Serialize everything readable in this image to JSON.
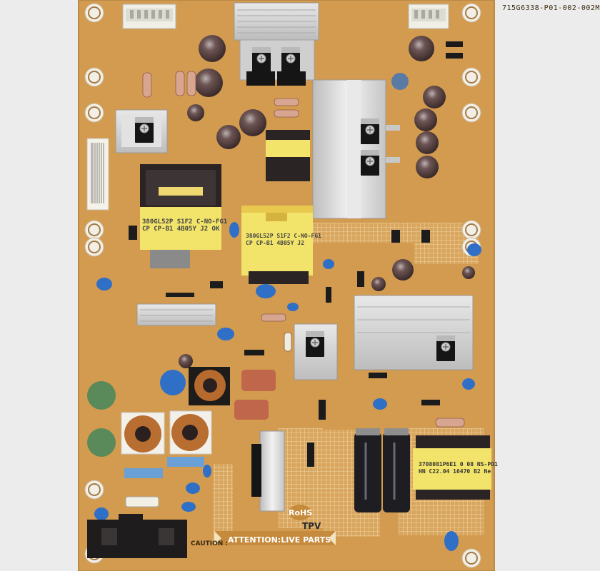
{
  "board": {
    "part_number": "715G6338-P01-002-002M",
    "rohs_label": "RoHS",
    "brand_label": "TPV",
    "warning_label": "ATTENTION:LIVE PARTS",
    "caution_label": "CAUTION :",
    "transformer1_line1": "380GL52P S1F2  C-NO-FG1",
    "transformer1_line2": "CP CP-B1 4B05Y J2    OK",
    "transformer2_line1": "380GL52P S1F2  C-NO-FG1",
    "transformer2_line2": "CP CP-B1 4B05Y J2",
    "transformer3_line1": "3708081P6E1  0  08  NS-PO1",
    "transformer3_line2": "HN  C22.04  16470  B2  Ne"
  },
  "colors": {
    "pcb": "#d29a4e",
    "heatsink": "#dcdcdc",
    "transformer_tape": "#f1e16a",
    "capacitor_blue": "#2d6fc5",
    "electrolytic": "#5a4340"
  }
}
